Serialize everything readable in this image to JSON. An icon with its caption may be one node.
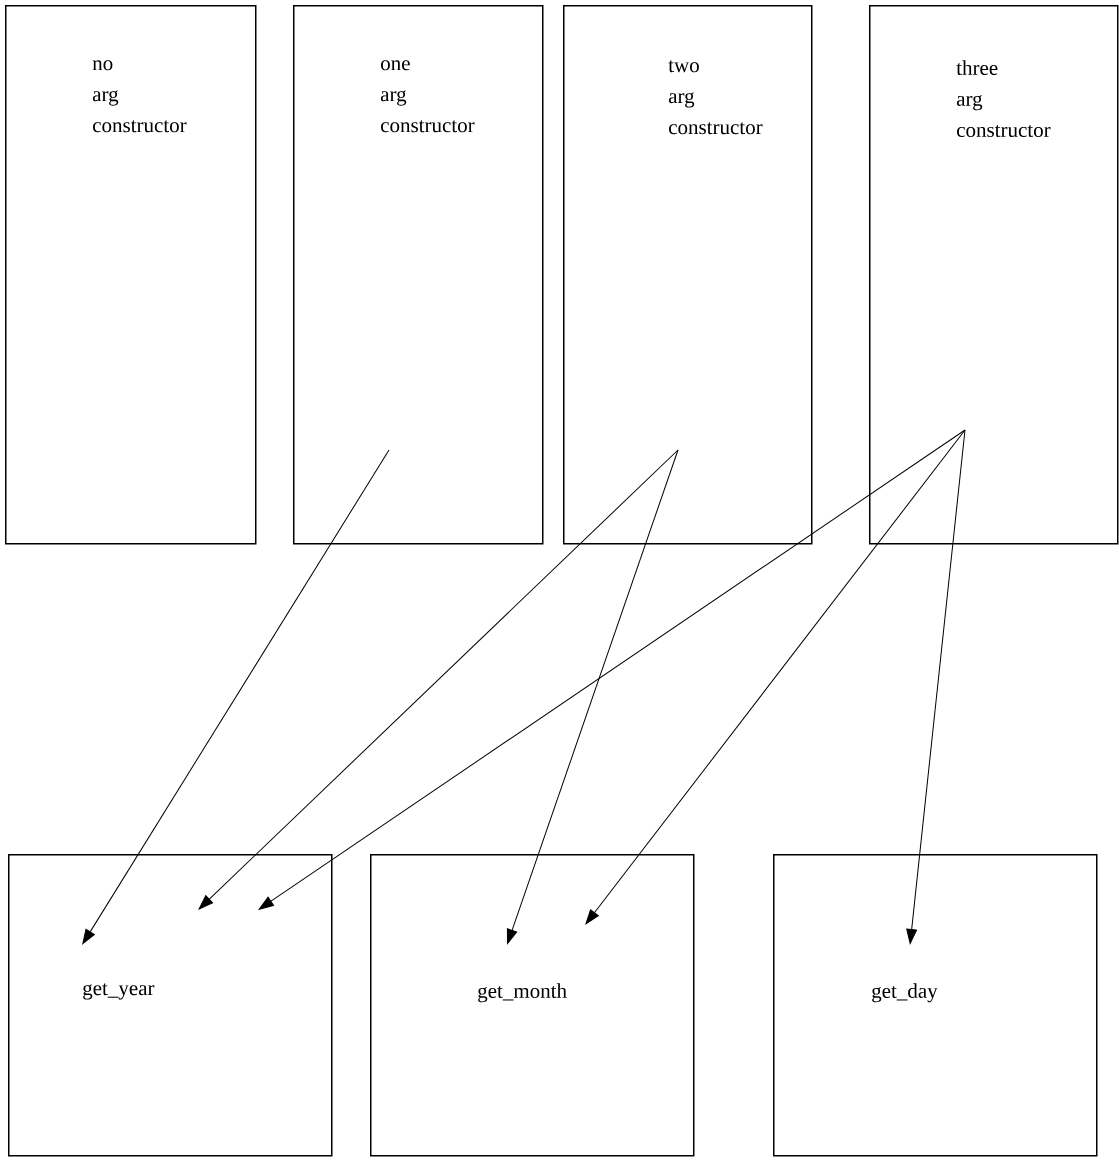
{
  "diagram": {
    "nodes": [
      {
        "text": [
          "no arg constructor"
        ]
      },
      {
        "text": [
          "one arg constructor"
        ]
      },
      {
        "text": [
          "two arg constructor"
        ]
      },
      {
        "text": [
          "three arg constructor"
        ]
      },
      {
        "text": [
          "get_year"
        ]
      },
      {
        "text": [
          "get_month"
        ]
      },
      {
        "text": [
          "get_day"
        ]
      }
    ],
    "edges": [
      {
        "from": 1,
        "to": 4,
        "arrow": "to"
      },
      {
        "from": 2,
        "to": 4,
        "arrow": "to"
      },
      {
        "from": 3,
        "to": 4,
        "arrow": "to"
      },
      {
        "from": 2,
        "to": 5,
        "arrow": "to"
      },
      {
        "from": 3,
        "to": 5,
        "arrow": "to"
      },
      {
        "from": 3,
        "to": 6,
        "arrow": "to"
      }
    ]
  }
}
